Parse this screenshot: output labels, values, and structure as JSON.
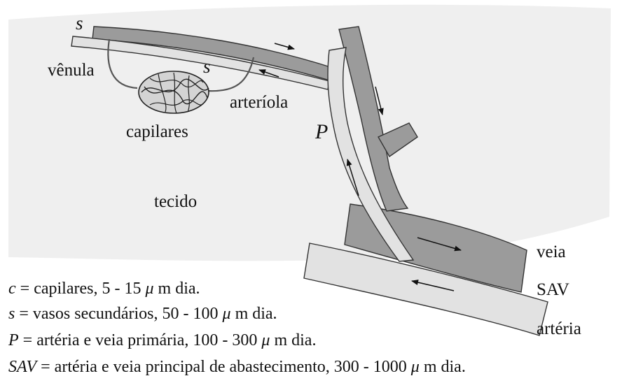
{
  "labels": {
    "s_top": "s",
    "s_mid": "s",
    "venula": "vênula",
    "arteriola": "arteríola",
    "capilares": "capilares",
    "tecido": "tecido",
    "P": "P",
    "veia": "veia",
    "SAV": "SAV",
    "arteria": "artéria"
  },
  "legend": [
    {
      "symbol": "c",
      "text": "capilares, 5 - 15",
      "mu": "μ",
      "unit": "m dia."
    },
    {
      "symbol": "s",
      "text": "vasos secundários, 50 - 100",
      "mu": "μ",
      "unit": "m dia."
    },
    {
      "symbol": "P",
      "text": "artéria e veia primária, 100 - 300",
      "mu": "μ",
      "unit": "m dia."
    },
    {
      "symbol": "SAV",
      "text": "artéria e veia principal de abastecimento, 300 - 1000",
      "mu": "μ",
      "unit": "m dia."
    }
  ],
  "colors": {
    "tissue": "#efefef",
    "vein": "#9b9b9b",
    "artery": "#e2e2e2",
    "outline": "#333333"
  }
}
